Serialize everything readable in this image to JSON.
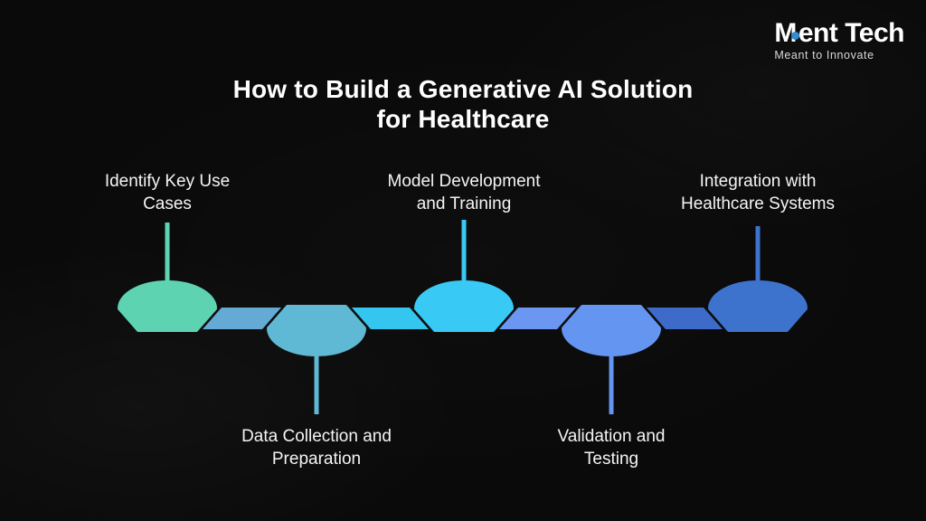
{
  "logo": {
    "wordmark_m": "M",
    "wordmark_rest": "ent Tech",
    "tagline": "Meant to Innovate",
    "dot_color": "#2f8fd0"
  },
  "title": {
    "line1": "How to Build a Generative AI Solution",
    "line2": "for Healthcare"
  },
  "timeline": {
    "steps": [
      {
        "label": "Identify Key Use Cases",
        "color": "#5ed3b2",
        "position": "top"
      },
      {
        "label": "Data Collection and Preparation",
        "color": "#5fb8d4",
        "position": "bottom"
      },
      {
        "label": "Model Development and Training",
        "color": "#38c9f5",
        "position": "top"
      },
      {
        "label": "Validation and Testing",
        "color": "#6495f0",
        "position": "bottom"
      },
      {
        "label": "Integration with Healthcare Systems",
        "color": "#3d72cd",
        "position": "top"
      }
    ],
    "connectors": [
      {
        "color": "#64aad4"
      },
      {
        "color": "#35c6f0"
      },
      {
        "color": "#6b97f2"
      },
      {
        "color": "#3e6bc9"
      }
    ]
  }
}
